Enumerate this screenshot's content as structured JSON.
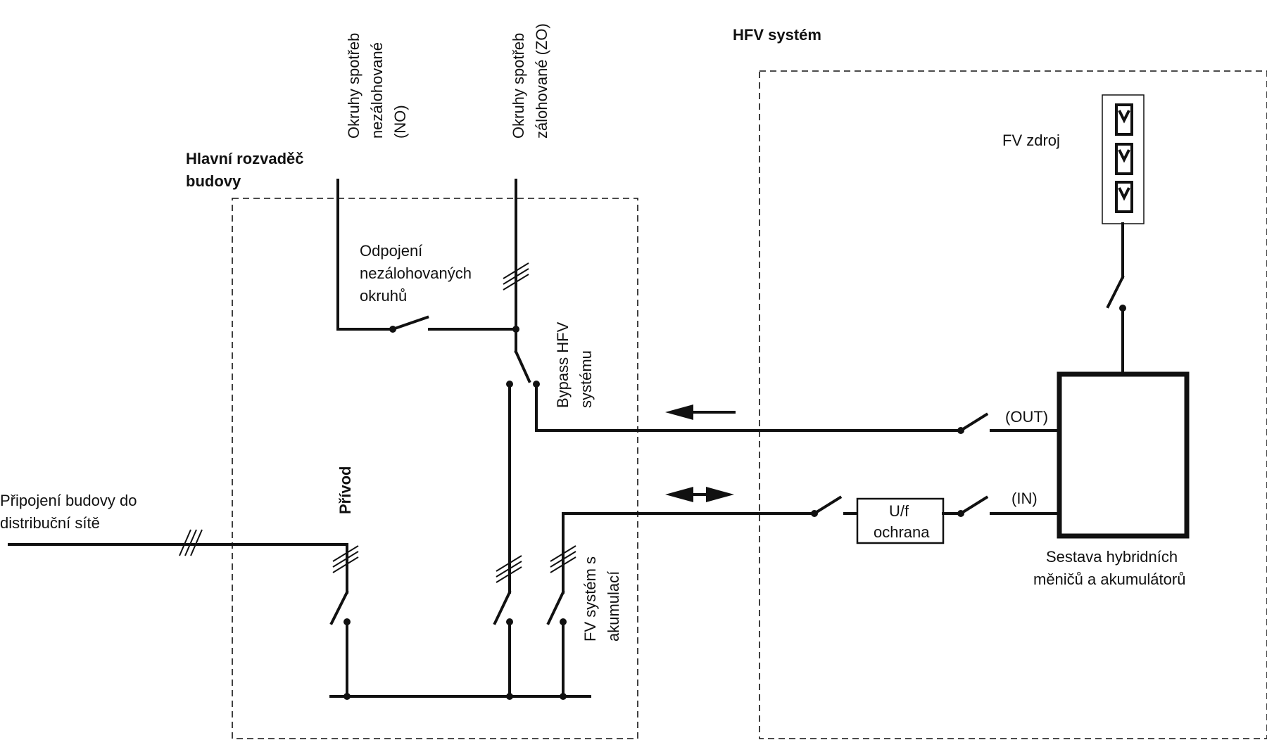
{
  "labels": {
    "hfv_title": "HFV systém",
    "main_board_line1": "Hlavní rozvaděč",
    "main_board_line2": "budovy",
    "no_line1": "Okruhy spotřeb",
    "no_line2": "nezálohované",
    "no_line3": "(NO)",
    "zo_line1": "Okruhy spotřeb",
    "zo_line2": "zálohované (ZO)",
    "disc_line1": "Odpojení",
    "disc_line2": "nezálohovaných",
    "disc_line3": "okruhů",
    "bypass_line1": "Bypass HFV",
    "bypass_line2": "systému",
    "grid_line1": "Připojení budovy do",
    "grid_line2": "distribuční sítě",
    "privod": "Přívod",
    "fvacc_line1": "FV systém s",
    "fvacc_line2": "akumulací",
    "fv_source": "FV zdroj",
    "out": "(OUT)",
    "in": "(IN)",
    "uf_line1": "U/f",
    "uf_line2": "ochrana",
    "assembly_line1": "Sestava hybridních",
    "assembly_line2": "měničů a akumulátorů"
  },
  "colors": {
    "line": "#111111",
    "background": "#ffffff"
  }
}
